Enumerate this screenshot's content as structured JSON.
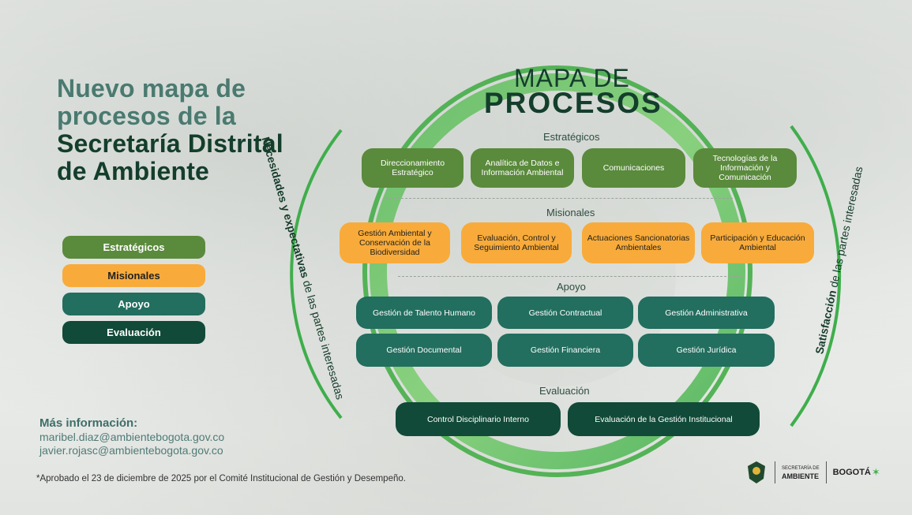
{
  "headline": {
    "part1": "Nuevo mapa de procesos de la ",
    "part2": "Secretaría Distrital de Ambiente"
  },
  "legend": [
    {
      "label": "Estratégicos",
      "color": "#5a8a3c"
    },
    {
      "label": "Misionales",
      "color": "#f8ab3a"
    },
    {
      "label": "Apoyo",
      "color": "#226e5f"
    },
    {
      "label": "Evaluación",
      "color": "#114a38"
    }
  ],
  "contact": {
    "title": "Más información:",
    "emails": [
      "maribel.diaz@ambientebogota.gov.co",
      "javier.rojasc@ambientebogota.gov.co"
    ]
  },
  "footnote": "*Aprobado el 23 de diciembre de 2025 por el Comité Institucional de Gestión y Desempeño.",
  "left_arc": {
    "bold": "Necesidades y expectativas",
    "rest": " de las partes interesadas"
  },
  "right_arc": {
    "bold": "Satisfacción",
    "rest": " de las partes interesadas"
  },
  "map": {
    "title_line1": "MAPA DE",
    "title_line2": "PROCESOS",
    "sections": {
      "estrategicos": "Estratégicos",
      "misionales": "Misionales",
      "apoyo": "Apoyo",
      "evaluacion": "Evaluación"
    },
    "estrategicos": [
      "Direccionamiento Estratégico",
      "Analítica de Datos e Información Ambiental",
      "Comunicaciones",
      "Tecnologías de la Información y Comunicación"
    ],
    "misionales": [
      "Gestión Ambiental y Conservación de la Biodiversidad",
      "Evaluación, Control y Seguimiento Ambiental",
      "Actuaciones Sancionatorias Ambientales",
      "Participación y Educación Ambiental"
    ],
    "apoyo": [
      "Gestión de Talento Humano",
      "Gestión Contractual",
      "Gestión Administrativa",
      "Gestión Documental",
      "Gestión Financiera",
      "Gestión Jurídica"
    ],
    "evaluacion": [
      "Control Disciplinario Interno",
      "Evaluación de la Gestión Institucional"
    ]
  },
  "logos": {
    "secretaria_line1": "SECRETARÍA DE",
    "secretaria_line2": "AMBIENTE",
    "city": "BOGOTÁ"
  }
}
